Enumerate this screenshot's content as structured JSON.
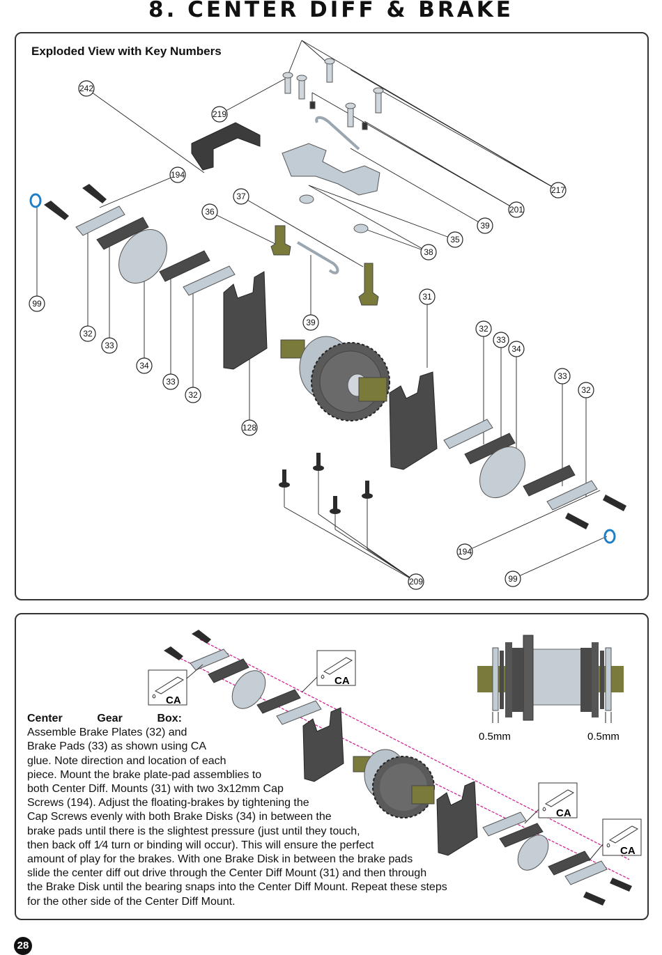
{
  "page": {
    "title": "8. CENTER DIFF & BRAKE",
    "page_number": "28"
  },
  "exploded_view": {
    "subtitle": "Exploded View with Key Numbers",
    "callouts": {
      "c242": "242",
      "c219": "219",
      "c194a": "194",
      "c37": "37",
      "c36": "36",
      "c217": "217",
      "c201": "201",
      "c39a": "39",
      "c35": "35",
      "c38": "38",
      "c99a": "99",
      "c32a": "32",
      "c33a": "33",
      "c34a": "34",
      "c33b": "33",
      "c32b": "32",
      "c39b": "39",
      "c31": "31",
      "c128": "128",
      "c32c": "32",
      "c33c": "33",
      "c34b": "34",
      "c33d": "33",
      "c32d": "32",
      "c194b": "194",
      "c99b": "99",
      "c209": "209"
    }
  },
  "assembly": {
    "heading": "Center Gear Box:",
    "body": "Assemble Brake Plates (32) and Brake Pads (33) as shown using CA glue. Note direction and location of each piece. Mount the brake plate-pad assemblies to both Center Diff. Mounts (31) with two 3x12mm Cap Screws (194). Adjust the floating-brakes by tightening the Cap Screws evenly with both Brake Disks (34) in between the brake pads until there is the slightest pressure (just until they touch, then back off 1/4 turn or binding will occur). This will ensure the perfect amount of play for the brakes. With one Brake Disk in between the brake pads slide the center diff out drive through the Center Diff Mount (31) and then through the Brake Disk until the bearing snaps into the Center Diff Mount. Repeat these steps for the other side of the Center Diff Mount.",
    "lines": [
      "Assemble Brake Plates (32) and",
      "Brake Pads (33) as shown using CA",
      "glue. Note direction and location of each",
      "piece. Mount the brake plate-pad assemblies to",
      "both Center Diff. Mounts (31) with two 3x12mm Cap",
      "Screws (194). Adjust the floating-brakes by tightening the",
      "Cap Screws evenly with both Brake Disks (34) in between the",
      "brake pads until there is the slightest pressure (just until they touch,",
      "then back off 1⁄4 turn or binding will occur). This will ensure the perfect",
      "amount of play for the brakes. With one Brake Disk in between the brake pads",
      "slide the center diff out drive through the Center Diff Mount (31) and then through",
      "the Brake Disk until the bearing snaps into the Center Diff Mount. Repeat these steps",
      "for the other side of the Center Diff Mount."
    ],
    "ca_label": "CA",
    "gap_left": "0.5mm",
    "gap_right": "0.5mm"
  },
  "colors": {
    "part_dark": "#4a4a4a",
    "part_silver": "#b9c3cc",
    "part_olive": "#7a7a3a",
    "guide_magenta": "#d0148c",
    "washer_blue": "#1e7fc6"
  }
}
